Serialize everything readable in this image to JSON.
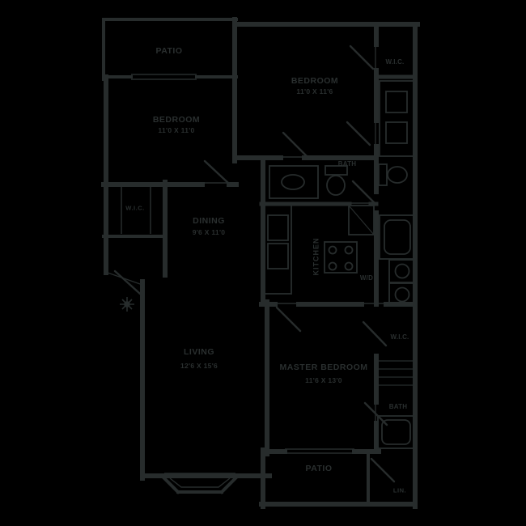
{
  "palette": {
    "background": "#000000",
    "line": "#272c2c",
    "text": "#2a2f2f"
  },
  "labels": {
    "patio_top": "PATIO",
    "bedroom_left_name": "BEDROOM",
    "bedroom_left_dims": "11'0 X 11'0",
    "bedroom_top_name": "BEDROOM",
    "bedroom_top_dims": "11'0 X 11'6",
    "wic_top": "W.I.C.",
    "bath_main": "BATH",
    "dining_name": "DINING",
    "dining_dims": "9'6 X 11'0",
    "kitchen": "KITCHEN",
    "laundry": "W/D",
    "closet_left": "W.I.C.",
    "living_name": "LIVING",
    "living_dims": "12'6 X 15'6",
    "master_name": "MASTER BEDROOM",
    "master_dims": "11'6 X 13'0",
    "wic_master": "W.I.C.",
    "bath_master": "BATH",
    "linen": "LIN.",
    "patio_bottom": "PATIO"
  }
}
